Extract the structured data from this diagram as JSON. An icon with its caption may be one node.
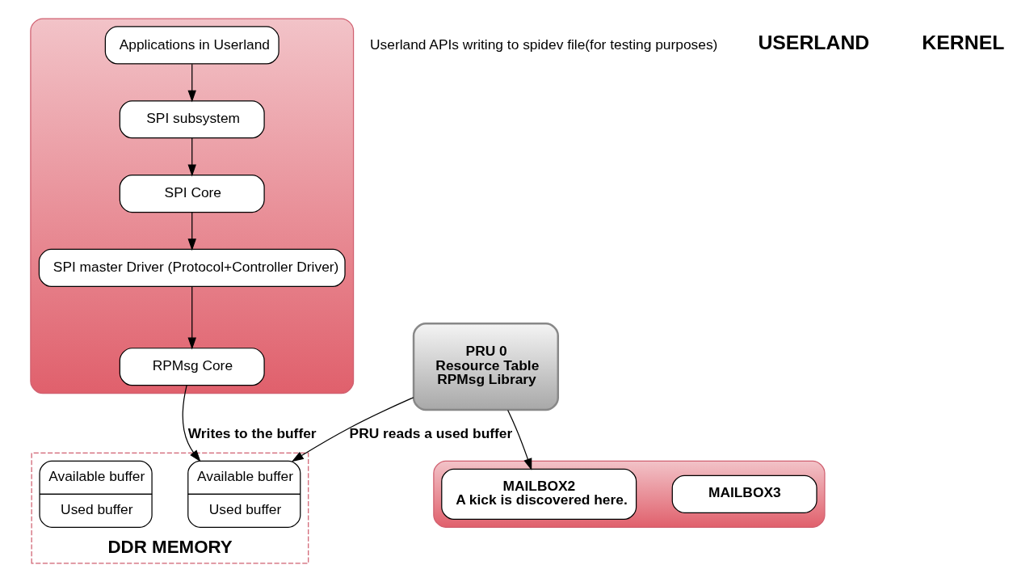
{
  "diagram": {
    "nodes": [
      {
        "text": [],
        "shape": "box"
      },
      {
        "text": [
          "Applications in Userland"
        ],
        "in": 0
      },
      {
        "text": [
          "SPI subsystem"
        ],
        "in": 0
      },
      {
        "text": [
          "SPI Core"
        ],
        "in": 0
      },
      {
        "text": [
          "SPI master Driver (Protocol+Controller Driver)"
        ],
        "in": 0
      },
      {
        "text": [
          "RPMsg Core"
        ],
        "in": 0
      },
      {
        "text": [],
        "shape": "box"
      },
      {
        "text": [
          "MAILBOX3"
        ],
        "in": 6
      },
      {
        "text": [
          "MAILBOX2",
          "A kick is discovered here."
        ],
        "in": 6
      },
      {
        "text": [
          "PRU 0",
          "Resource Table",
          "RPMsg Library"
        ]
      },
      {
        "text": [
          "DDR MEMORY"
        ]
      },
      {
        "text": [
          "Available buffer",
          "Used buffer"
        ],
        "in": 10
      },
      {
        "text": [
          "Available buffer",
          "Used buffer"
        ],
        "in": 10
      }
    ],
    "edges": [
      {
        "from": 1,
        "to": 2,
        "arrow": "to"
      },
      {
        "from": 2,
        "to": 3,
        "arrow": "to"
      },
      {
        "from": 3,
        "to": 4,
        "arrow": "to"
      },
      {
        "from": 4,
        "to": 5,
        "arrow": "to"
      },
      {
        "from": 5,
        "to": 11,
        "arrow": "to",
        "label": "Writes to the buffer"
      },
      {
        "from": 9,
        "to": 8,
        "arrow": "to"
      },
      {
        "from": 9,
        "to": 11,
        "arrow": "to",
        "label": "PRU reads a used buffer"
      }
    ],
    "labels": [
      "Userland APIs writing to spidev file(for testing purposes)",
      "USERLAND",
      "KERNEL"
    ]
  }
}
